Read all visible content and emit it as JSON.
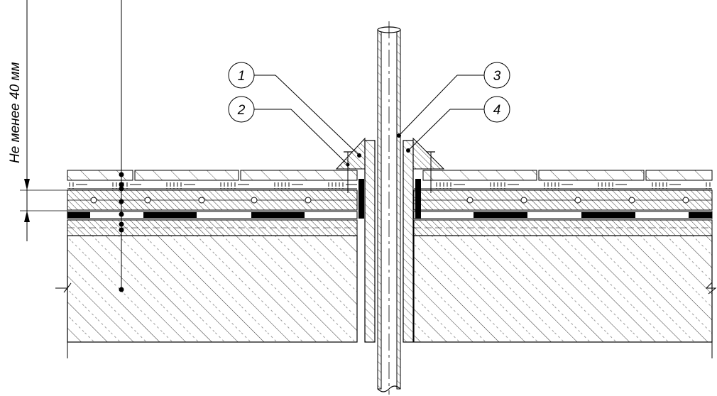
{
  "dimension": {
    "label": "Не менее 40 мм"
  },
  "callouts": [
    {
      "number": "1"
    },
    {
      "number": "2"
    },
    {
      "number": "3"
    },
    {
      "number": "4"
    }
  ],
  "colors": {
    "line": "#000000",
    "background": "#ffffff"
  }
}
